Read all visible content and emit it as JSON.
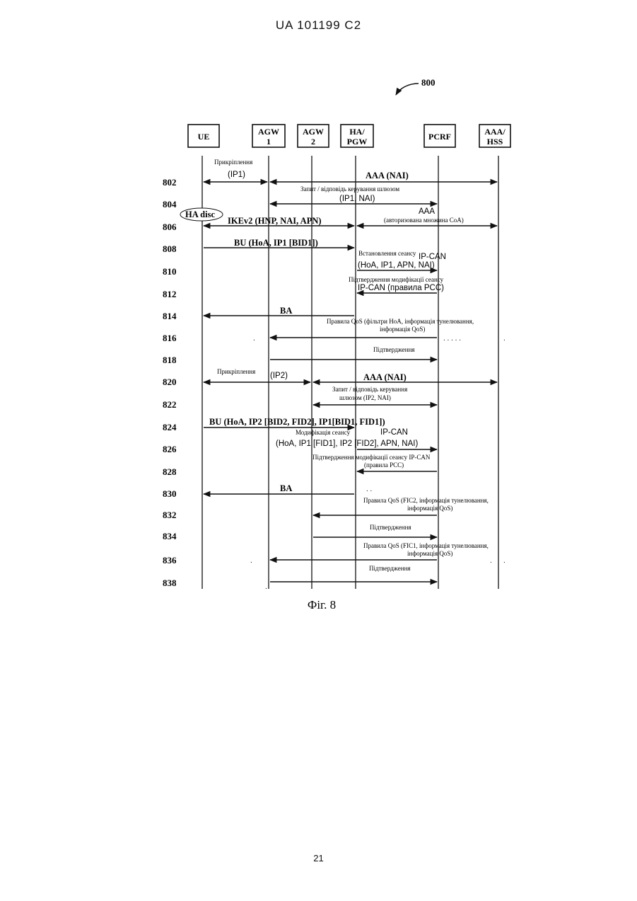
{
  "header": "UA   101199   C2",
  "page_number": "21",
  "ref": "800",
  "figure_caption": "Фіг. 8",
  "entities": [
    {
      "id": "ue",
      "line1": "UE",
      "line2": ""
    },
    {
      "id": "agw1",
      "line1": "AGW",
      "line2": "1"
    },
    {
      "id": "agw2",
      "line1": "AGW",
      "line2": "2"
    },
    {
      "id": "ha",
      "line1": "HA/",
      "line2": "PGW"
    },
    {
      "id": "pcrf",
      "line1": "PCRF",
      "line2": ""
    },
    {
      "id": "aaa",
      "line1": "AAA/",
      "line2": "HSS"
    }
  ],
  "ha_disc": "HA disc",
  "steps": [
    "802",
    "804",
    "806",
    "808",
    "810",
    "812",
    "814",
    "816",
    "818",
    "820",
    "822",
    "824",
    "826",
    "828",
    "830",
    "832",
    "834",
    "836",
    "838"
  ],
  "labels": {
    "l802a": "Прикріплення",
    "l802b": "(IP1)",
    "l802c": "AAA (NAI)",
    "l804a": "Запит / відповідь керування шлюзом",
    "l804b": "(IP1, NAI)",
    "l806a": "AAA",
    "l806b": "IKEv2 (HNP, NAI, APN)",
    "l806c": "(авторизована множина CoA)",
    "l808": "BU (HoA, IP1 [BID1])",
    "l810a": "Встановлення сеансу",
    "l810b": "IP-CAN",
    "l810c": "(HoA, IP1, APN, NAI)",
    "l812a": "Підтвердження модифікації сеансу",
    "l812b": "IP-CAN (правила PCC)",
    "l814": "BA",
    "l816a": "Правила QoS (фільтри HoA, інформація тунелювання,",
    "l816b": "інформація QoS)",
    "l818": "Підтвердження",
    "l820a": "Прикріплення",
    "l820b": "(IP2)",
    "l820c": "AAA (NAI)",
    "l822a": "Запит / відповідь керування",
    "l822b": "шлюзом (IP2, NAI)",
    "l824": "BU (HoA, IP2 [BID2, FID2], IP1[BID1, FID1])",
    "l826a": "Модифікація сеансу",
    "l826b": "IP-CAN",
    "l826c": "(HoA, IP1 [FID1], IP2 [FID2], APN, NAI)",
    "l828a": "Підтвердження модифікації сеансу IP-CAN",
    "l828b": "(правила PCC)",
    "l830": "BA",
    "l832a": "Правила QoS (FIC2, інформація тунелювання,",
    "l832b": "інформація QoS)",
    "l834": "Підтвердження",
    "l836a": "Правила QoS (FIC1, інформація тунелювання,",
    "l836b": "інформація QoS)",
    "l838": "Підтвердження"
  }
}
